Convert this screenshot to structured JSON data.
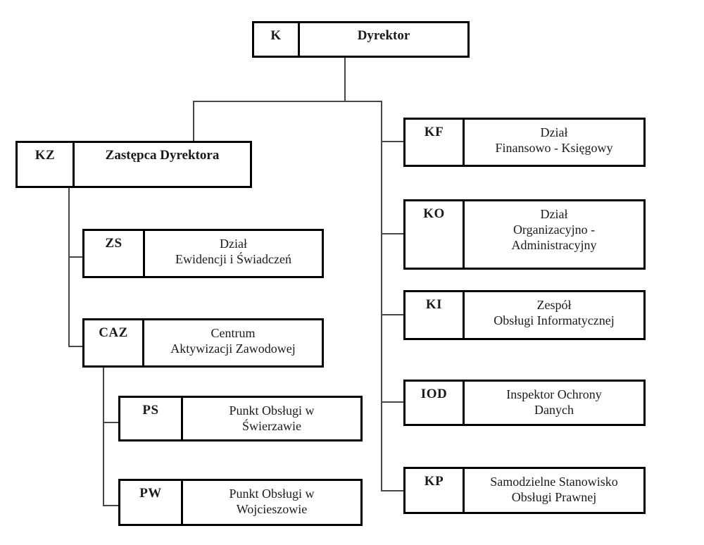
{
  "colors": {
    "background": "#ffffff",
    "box_border": "#000000",
    "connector_line": "#474747",
    "text": "#1a1a1a"
  },
  "nodes": {
    "k": {
      "code": "K",
      "label": "Dyrektor",
      "parent": null
    },
    "kz": {
      "code": "KZ",
      "label": "Zastępca Dyrektora",
      "parent": "k"
    },
    "zs": {
      "code": "ZS",
      "label": "Dział\nEwidencji i Świadczeń",
      "parent": "kz"
    },
    "caz": {
      "code": "CAZ",
      "label": "Centrum\nAktywizacji Zawodowej",
      "parent": "kz"
    },
    "ps": {
      "code": "PS",
      "label": "Punkt Obsługi w\nŚwierzawie",
      "parent": "caz"
    },
    "pw": {
      "code": "PW",
      "label": "Punkt Obsługi w\nWojcieszowie",
      "parent": "caz"
    },
    "kf": {
      "code": "KF",
      "label": "Dział\nFinansowo - Księgowy",
      "parent": "k"
    },
    "ko": {
      "code": "KO",
      "label": "Dział\nOrganizacyjno -\nAdministracyjny",
      "parent": "k"
    },
    "ki": {
      "code": "KI",
      "label": "Zespół\nObsługi Informatycznej",
      "parent": "k"
    },
    "iod": {
      "code": "IOD",
      "label": "Inspektor Ochrony\nDanych",
      "parent": "k"
    },
    "kp": {
      "code": "KP",
      "label": "Samodzielne Stanowisko\nObsługi Prawnej",
      "parent": "k"
    }
  }
}
